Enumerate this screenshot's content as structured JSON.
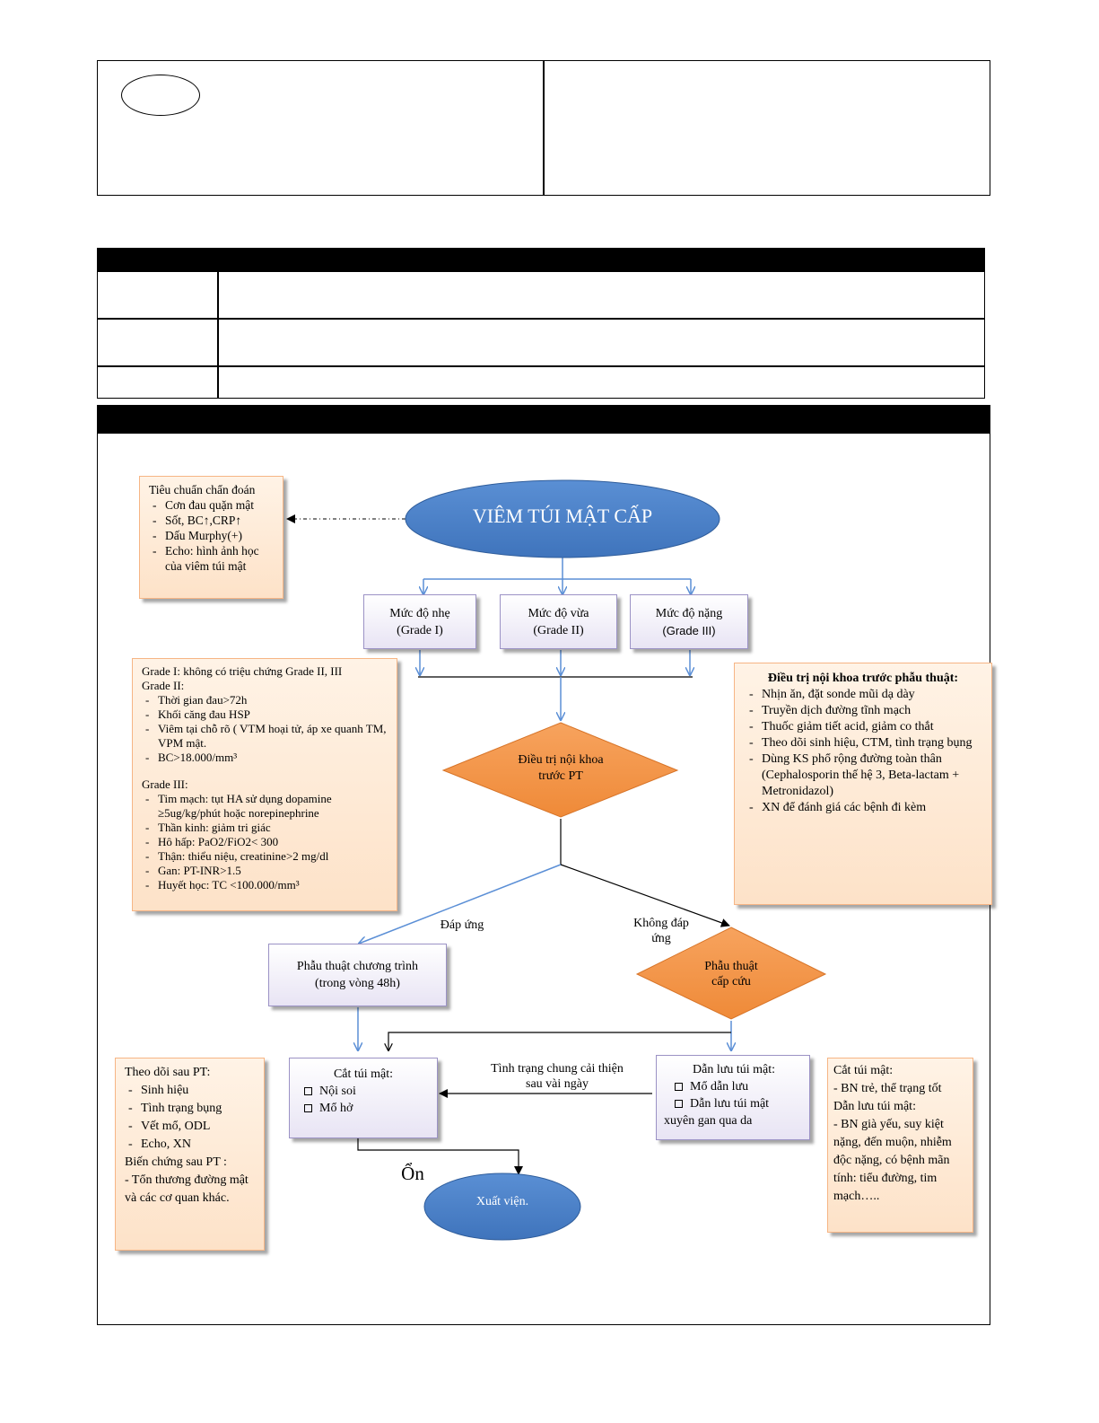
{
  "criteria_box": {
    "title": "Tiêu chuẩn chẩn đoán",
    "items": [
      "Cơn đau quặn mật",
      "Sốt, BC↑,CRP↑",
      "Dấu Murphy(+)",
      "Echo: hình ảnh học của viêm túi mật"
    ]
  },
  "main_node": "VIÊM TÚI MẬT CẤP",
  "grades": [
    {
      "line1": "Mức độ nhẹ",
      "line2": "(Grade I)"
    },
    {
      "line1": "Mức độ vừa",
      "line2": "(Grade II)"
    },
    {
      "line1": "Mức độ nặng",
      "line2": "(Grade III)"
    }
  ],
  "grade_detail": {
    "intro": "Grade I: không có triệu chứng Grade II, III",
    "g2_title": "Grade II:",
    "g2_items": [
      "Thời gian đau>72h",
      "Khối căng đau HSP",
      "Viêm tại chỗ rõ ( VTM hoại tử, áp xe quanh TM, VPM mật.",
      "BC>18.000/mm³"
    ],
    "g3_title": "Grade III:",
    "g3_items": [
      "Tim mạch: tụt HA sử dụng dopamine ≥5ug/kg/phút hoặc norepinephrine",
      "Thần kinh: giảm tri giác",
      "Hô hấp: PaO2/FiO2< 300",
      "Thận: thiểu niệu, creatinine>2 mg/dl",
      "Gan: PT-INR>1.5",
      "Huyết học: TC <100.000/mm³"
    ]
  },
  "medical_node": {
    "line1": "Điều trị nội khoa",
    "line2": "trước PT"
  },
  "medical_box": {
    "title": "Điều trị nội khoa trước phẫu thuật:",
    "items": [
      "Nhịn ăn, đặt sonde mũi dạ dày",
      "Truyền dịch đường tĩnh mạch",
      "Thuốc giảm tiết acid, giảm co thắt",
      "Theo dõi sinh hiệu, CTM, tình trạng bụng",
      "Dùng KS phổ rộng đường toàn thân (Cephalosporin thế hệ 3, Beta-lactam + Metronidazol)",
      "XN để đánh giá các bệnh đi kèm"
    ]
  },
  "labels": {
    "response": "Đáp ứng",
    "no_response": "Không đáp ứng",
    "improve": "Tình trạng chung cải thiện sau vài ngày",
    "stable": "Ổn"
  },
  "elective_box": {
    "line1": "Phẫu thuật chương trình",
    "line2": "(trong vòng 48h)"
  },
  "emergency_node": {
    "line1": "Phẫu thuật",
    "line2": "cấp cứu"
  },
  "cholecystectomy_box": {
    "title": "Cắt túi mật:",
    "options": [
      "Nội soi",
      "Mổ hở"
    ]
  },
  "drainage_box": {
    "title": "Dẫn lưu túi mật:",
    "options": [
      "Mổ dẫn lưu",
      "Dẫn lưu túi mật"
    ],
    "extra": "xuyên gan qua da"
  },
  "followup_box": {
    "title": "Theo dõi sau PT:",
    "items": [
      "Sinh hiệu",
      "Tình trạng bụng",
      "Vết mổ, ODL",
      "Echo, XN"
    ],
    "comp_title": "Biến chứng sau PT :",
    "comp_text": "- Tổn thương đường mật và các cơ quan khác."
  },
  "discharge_node": "Xuất viện.",
  "indication_box": {
    "chol_title": "Cắt túi mật:",
    "chol_item": "- BN trẻ, thể trạng tốt",
    "drain_title": "Dẫn lưu túi mật:",
    "drain_item": "- BN già yếu, suy kiệt nặng, đến muộn, nhiễm độc nặng, có bệnh mãn tính: tiểu đường, tim mạch….."
  },
  "colors": {
    "ellipse": "#4a7fc4",
    "diamond": "#f39244",
    "connector_blue": "#5b8fd6",
    "box_orange_border": "#f6b585",
    "box_lavender_border": "#9b92c5"
  }
}
